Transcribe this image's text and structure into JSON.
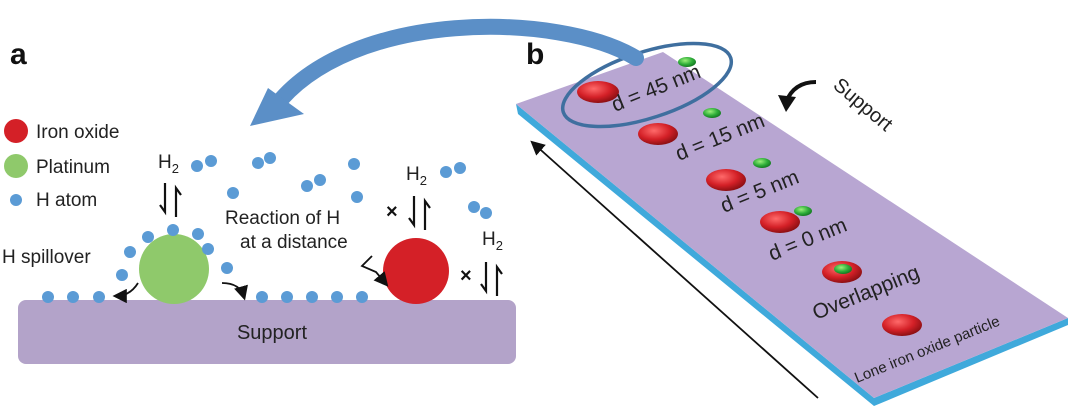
{
  "panel_a": {
    "label": "a",
    "legend": {
      "items": [
        {
          "label": "Iron oxide",
          "color": "#d42027"
        },
        {
          "label": "Platinum",
          "color": "#8fc96b"
        },
        {
          "label": "H atom",
          "color": "#5b9bd5"
        }
      ]
    },
    "h2_left": "H",
    "h2_mid": "H",
    "h2_right": "H",
    "h2_subscript": "2",
    "cross": "×",
    "spillover_label": "H spillover",
    "reaction_label_line1": "Reaction of H",
    "reaction_label_line2": "at a distance",
    "support_label": "Support"
  },
  "panel_b": {
    "label": "b",
    "support_label": "Support",
    "distances": [
      "d = 45 nm",
      "d = 15 nm",
      "d = 5 nm",
      "d = 0 nm"
    ],
    "overlapping_label": "Overlapping",
    "lone_label": "Lone iron oxide particle"
  },
  "colors": {
    "support_purple": "#b3a3c9",
    "tile_purple": "#b8a6d2",
    "tile_edge_blue": "#3fa9db",
    "arrow_blue": "#5b8fc7",
    "iron_red": "#d42027",
    "platinum_green": "#8fc96b"
  }
}
